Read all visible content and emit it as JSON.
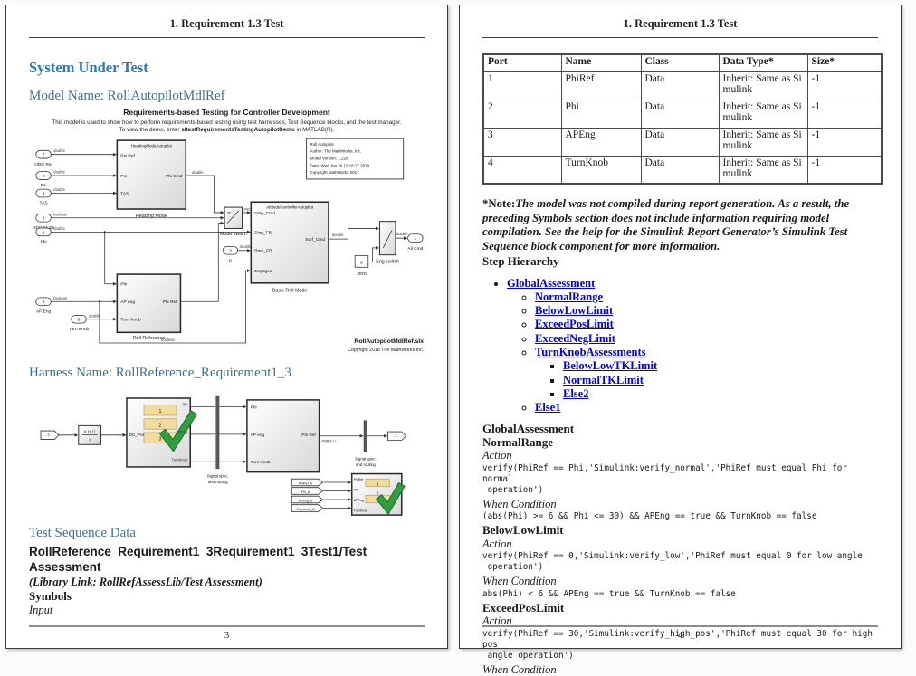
{
  "colors": {
    "heading_blue": "#2b7ab8",
    "heading_steel": "#3e7192",
    "link_blue": "#0000dd",
    "check_green": "#2f9e3f",
    "row_yellow": "#f1dc9b"
  },
  "p3": {
    "header": "1. Requirement 1.3 Test",
    "h2": "System Under Test",
    "model_heading": "Model Name: RollAutopilotMdlRef",
    "d": {
      "title": "Requirements-based Testing for Controller Development",
      "sub1": "This model is used to show how to perform requirements-based testing using test harnesses, Test Sequence blocks, and the test manager.",
      "sub2_pre": "To view the demo, enter ",
      "sub2_bold": "sltestRequirementsTestingAutopilotDemo",
      "sub2_post": " in MATLAB(R).",
      "in_hdgref": {
        "n": "7",
        "name": "HDG Ref",
        "t": "double"
      },
      "in_psi": {
        "n": "2",
        "name": "Psi",
        "t": "double"
      },
      "in_tas": {
        "n": "4",
        "name": "TAS",
        "t": "double"
      },
      "in_hdgmode": {
        "n": "6",
        "name": "HDG Mode",
        "t": "boolean"
      },
      "in_phi": {
        "n": "1",
        "name": "Phi",
        "t": "double"
      },
      "in_apeng": {
        "n": "5",
        "name": "AP Eng",
        "t": "boolean"
      },
      "in_turnknob": {
        "n": "8",
        "name": "Turn Knob",
        "t": "double"
      },
      "in_p": {
        "n": "3",
        "name": "p",
        "t": "double"
      },
      "hm": {
        "title": "HeadingModeAutopilot",
        "p1": "Psi Ref",
        "p2": "Psi",
        "p3": "TAS",
        "out": "Phi Cmd",
        "cap": "Heading Mode"
      },
      "ms": {
        "cap": "Mode switch",
        "sig": "phiCmd"
      },
      "at": {
        "title": "AttitudeControllerAutopilot",
        "p1": "Disp_Cmd",
        "p2": "Disp_FB",
        "p3": "Rate_FB",
        "p4": "Engaged",
        "out": "Surf_Cmd",
        "cap": "Basic Roll Mode"
      },
      "rr": {
        "p1": "Phi",
        "p2": "AP eng",
        "p3": "Turn Knob",
        "out": "Phi Ref",
        "cap": "Roll Reference"
      },
      "zero": {
        "v": "0",
        "cap": "zero"
      },
      "es": {
        "cap": "Eng switch"
      },
      "out_ail": {
        "n": "1",
        "name": "Ail Cmd",
        "t": "double"
      },
      "ann0": "Roll Autopilot",
      "ann1": "Author: The MathWorks, Inc.",
      "ann2": "Model Version: 1.228",
      "ann3": "Date: Wed Jun 26 12:18:17 2019",
      "ann4": "Copyright MathWorks 2017",
      "file": "RollAutopilotMdlRef.slx",
      "copy": "Copyright 2018 The MathWorks Inc."
    },
    "harness_heading": "Harness Name: RollReference_Requirement1_3",
    "h": {
      "tag_in": "-T-",
      "tag_out": "-T-",
      "filt_num": "K (z-1)",
      "filt_den": "z",
      "dd": "DD_PhiRef",
      "r1": "1",
      "r2": "2",
      "r3": "3",
      "o1": "Phi",
      "o2": "APEng",
      "o3": "TurnKnob",
      "ss1": "Signal spec.",
      "ss2": "and routing",
      "hb": {
        "p1": "Phi",
        "p2": "AP eng",
        "p3": "Turn Knob",
        "out": "Phi Ref"
      },
      "sig": "PhiRef <>",
      "a1": "PhiRef_A",
      "a2": "Phi_A",
      "a3": "APEng_A",
      "a4": "TurnKnob_A",
      "b1": "PhiRef",
      "b2": "Phi",
      "b3": "APEng",
      "b4": "TurnKnob"
    },
    "tsd_heading": "Test Sequence Data",
    "tsd_title": "RollReference_Requirement1_3Requirement1_3Test1/Test Assessment",
    "library_link": "(Library Link: RollRefAssessLib/Test Assessment)",
    "symbols": "Symbols",
    "input_label": "Input",
    "page_number": "3"
  },
  "p4": {
    "header": "1. Requirement 1.3 Test",
    "table": {
      "headers": [
        "Port",
        "Name",
        "Class",
        "Data Type*",
        "Size*"
      ],
      "rows": [
        [
          "1",
          "PhiRef",
          "Data",
          "Inherit: Same as Simulink",
          "-1"
        ],
        [
          "2",
          "Phi",
          "Data",
          "Inherit: Same as Simulink",
          "-1"
        ],
        [
          "3",
          "APEng",
          "Data",
          "Inherit: Same as Simulink",
          "-1"
        ],
        [
          "4",
          "TurnKnob",
          "Data",
          "Inherit: Same as Simulink",
          "-1"
        ]
      ]
    },
    "note_prefix": "*Note:",
    "note_body": "The model was not compiled during report generation. As a result, the preceding Symbols section does not include information requiring model compilation. See the help for the Simulink Report Generator’s Simulink Test Sequence block component for more information.",
    "step_hierarchy": "Step Hierarchy",
    "links": {
      "global": "GlobalAssessment",
      "lvl2": [
        "NormalRange",
        "BelowLowLimit",
        "ExceedPosLimit",
        "ExceedNegLimit",
        "TurnKnobAssessments"
      ],
      "lvl3": [
        "BelowLowTKLimit",
        "NormalTKLimit",
        "Else2"
      ],
      "else1": "Else1"
    },
    "lines": [
      {
        "t": "h",
        "text": "GlobalAssessment"
      },
      {
        "t": "h",
        "text": "NormalRange"
      },
      {
        "t": "i",
        "text": "Action"
      },
      {
        "t": "c",
        "text": "verify(PhiRef == Phi,'Simulink:verify_normal','PhiRef must equal Phi for normal\n operation')"
      },
      {
        "t": "i",
        "text": "When Condition"
      },
      {
        "t": "c",
        "text": "(abs(Phi) >= 6 && Phi <= 30) && APEng == true && TurnKnob == false"
      },
      {
        "t": "h",
        "text": "BelowLowLimit"
      },
      {
        "t": "i",
        "text": "Action"
      },
      {
        "t": "c",
        "text": "verify(PhiRef == 0,'Simulink:verify_low','PhiRef must equal 0 for low angle\n operation')"
      },
      {
        "t": "i",
        "text": "When Condition"
      },
      {
        "t": "c",
        "text": "abs(Phi) < 6 && APEng == true && TurnKnob == false"
      },
      {
        "t": "h",
        "text": "ExceedPosLimit"
      },
      {
        "t": "i",
        "text": "Action"
      },
      {
        "t": "c",
        "text": "verify(PhiRef == 30,'Simulink:verify_high_pos','PhiRef must equal 30 for high pos\n angle operation')"
      },
      {
        "t": "i",
        "text": "When Condition"
      }
    ],
    "page_number": "4"
  }
}
